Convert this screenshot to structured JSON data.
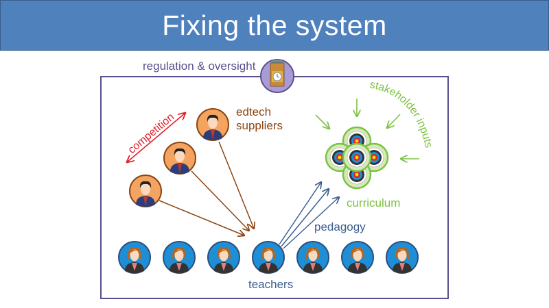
{
  "title": "Fixing the system",
  "labels": {
    "regulation": "regulation & oversight",
    "competition": "competition",
    "edtech_line1": "edtech",
    "edtech_line2": "suppliers",
    "stakeholder": "stakeholder inputs",
    "curriculum": "curriculum",
    "pedagogy": "pedagogy",
    "teachers": "teachers"
  },
  "colors": {
    "title_bg": "#4f81bd",
    "frame": "#5a4f8e",
    "regulation": "#5a4f8e",
    "competition": "#e3212a",
    "suppliers": "#8b4513",
    "supplier_circle": "#f4a460",
    "curriculum": "#7cc242",
    "pedagogy": "#3c5e8f",
    "teacher_circle": "#1e8fd6"
  },
  "icons": {
    "regulator": "big-ben-clock-icon",
    "supplier": "businessman-avatar-icon",
    "teacher": "businesswoman-avatar-icon",
    "curriculum": "archery-target-icon"
  },
  "counts": {
    "suppliers": 3,
    "teachers": 7,
    "targets": 5,
    "pedagogy_arrows": 3,
    "stakeholder_arrows": 4
  }
}
